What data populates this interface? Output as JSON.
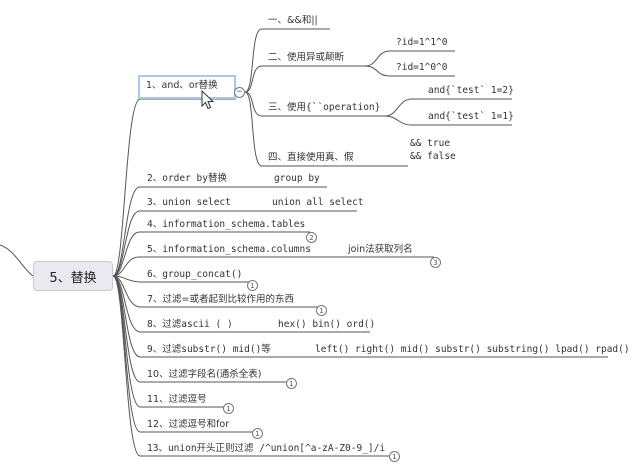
{
  "center": {
    "label": "5、替换"
  },
  "branch_and_or": {
    "label": "1、and、or替换",
    "children": [
      {
        "label": "一、&&和||"
      },
      {
        "label": "二、使用异或颠断",
        "subs": [
          "?id=1^1^0",
          "?id=1^0^0"
        ]
      },
      {
        "label": "三、使用{``operation}",
        "subs": [
          "and{`test` 1=2}",
          "and{`test` 1=1}"
        ]
      },
      {
        "label": "四、直接使用真、假",
        "subs": [
          "&& true",
          "&& false"
        ]
      }
    ]
  },
  "items": [
    {
      "label": "2、order by替换",
      "note": "group by"
    },
    {
      "label": "3、union select",
      "note": "union all select"
    },
    {
      "label": "4、information_schema.tables",
      "badge": "2"
    },
    {
      "label": "5、information_schema.columns",
      "note": "join法获取列名",
      "badge": "3"
    },
    {
      "label": "6、group_concat()",
      "badge": "1"
    },
    {
      "label": "7、过滤=或者起到比较作用的东西",
      "badge": "1"
    },
    {
      "label": "8、过滤ascii ( )",
      "note": "hex() bin() ord()"
    },
    {
      "label": "9、过滤substr() mid()等",
      "note": "left() right() mid() substr() substring() lpad() rpad()"
    },
    {
      "label": "10、过滤字段名(通杀全表)",
      "badge": "1"
    },
    {
      "label": "11、过滤逗号",
      "badge": "1"
    },
    {
      "label": "12、过滤逗号和for",
      "badge": "1"
    },
    {
      "label": "13、union开头正则过滤 /^union[^a-zA-Z0-9_]/i",
      "badge": "1"
    }
  ],
  "icons": {
    "collapse": "minus-circle-icon",
    "cursor": "mouse-pointer-icon"
  },
  "colors": {
    "line": "#555555",
    "selection": "#aac8ea",
    "center_bg": "#e9e9ef"
  }
}
